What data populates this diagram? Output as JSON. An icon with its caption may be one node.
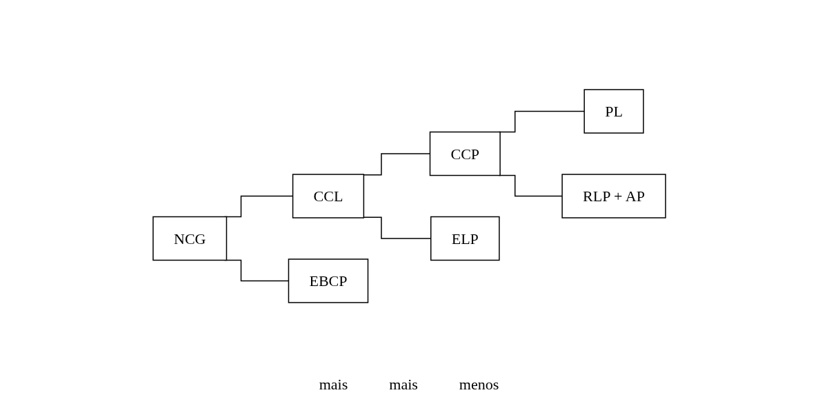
{
  "diagram": {
    "nodes": [
      {
        "text": [
          "NCG"
        ]
      },
      {
        "text": [
          "CCL"
        ]
      },
      {
        "text": [
          "EBCP"
        ]
      },
      {
        "text": [
          "CCP"
        ]
      },
      {
        "text": [
          "ELP"
        ]
      },
      {
        "text": [
          "PL"
        ]
      },
      {
        "text": [
          "RLP + AP"
        ]
      }
    ],
    "edges": [
      {
        "from": 0,
        "to": 1,
        "arrow": "none"
      },
      {
        "from": 0,
        "to": 2,
        "arrow": "none"
      },
      {
        "from": 1,
        "to": 3,
        "arrow": "none"
      },
      {
        "from": 1,
        "to": 4,
        "arrow": "none"
      },
      {
        "from": 3,
        "to": 5,
        "arrow": "none"
      },
      {
        "from": 3,
        "to": 6,
        "arrow": "none"
      }
    ],
    "labels": [
      "mais",
      "mais",
      "menos"
    ]
  }
}
